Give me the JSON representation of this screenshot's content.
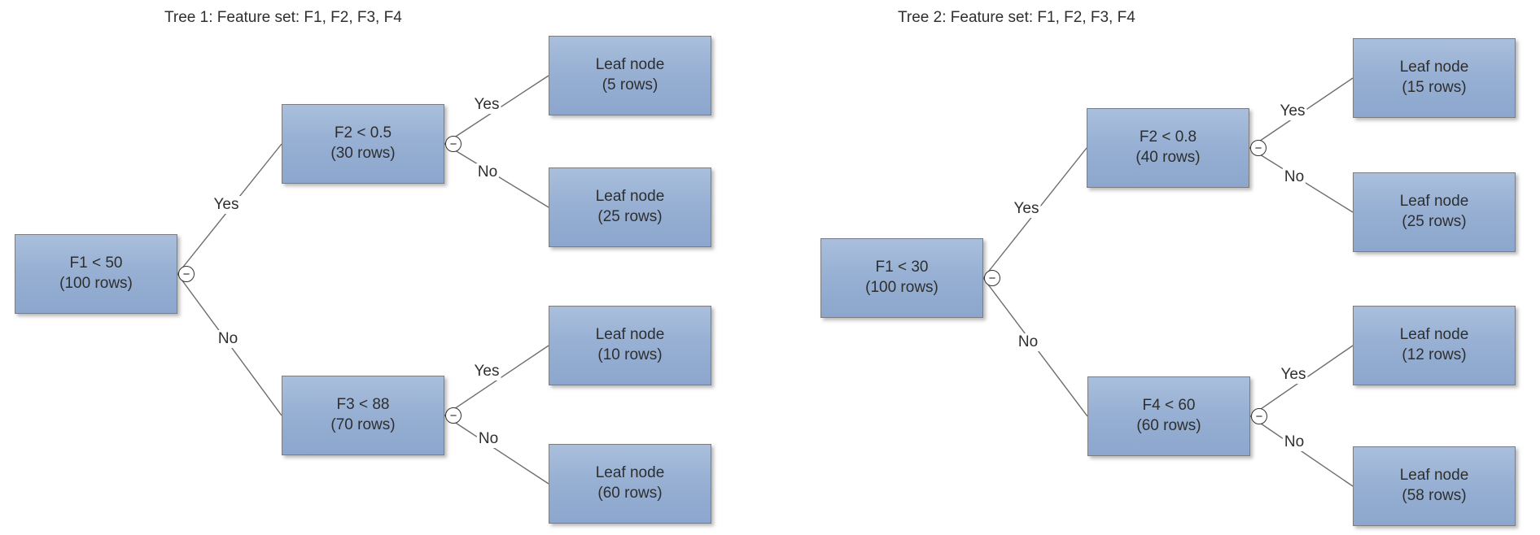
{
  "colors": {
    "node_fill_top": "#aabfdd",
    "node_fill_bottom": "#8ca6cd",
    "node_border": "#7c7c7c",
    "edge": "#6d6d6d",
    "text": "#2f2f2f",
    "background": "#ffffff"
  },
  "icons": {
    "collapse": "−"
  },
  "trees": [
    {
      "title": "Tree 1: Feature set: F1, F2, F3, F4",
      "nodes": [
        {
          "id": "root",
          "line1": "F1 < 50",
          "line2": "(100 rows)"
        },
        {
          "id": "yes-branch",
          "line1": "F2 < 0.5",
          "line2": "(30 rows)"
        },
        {
          "id": "no-branch",
          "line1": "F3 < 88",
          "line2": "(70 rows)"
        },
        {
          "id": "leaf-1",
          "line1": "Leaf node",
          "line2": "(5 rows)"
        },
        {
          "id": "leaf-2",
          "line1": "Leaf node",
          "line2": "(25 rows)"
        },
        {
          "id": "leaf-3",
          "line1": "Leaf node",
          "line2": "(10 rows)"
        },
        {
          "id": "leaf-4",
          "line1": "Leaf node",
          "line2": "(60 rows)"
        }
      ],
      "edges": [
        {
          "from": "root",
          "to": "yes-branch",
          "label": "Yes"
        },
        {
          "from": "root",
          "to": "no-branch",
          "label": "No"
        },
        {
          "from": "yes-branch",
          "to": "leaf-1",
          "label": "Yes"
        },
        {
          "from": "yes-branch",
          "to": "leaf-2",
          "label": "No"
        },
        {
          "from": "no-branch",
          "to": "leaf-3",
          "label": "Yes"
        },
        {
          "from": "no-branch",
          "to": "leaf-4",
          "label": "No"
        }
      ]
    },
    {
      "title": "Tree 2: Feature set: F1, F2, F3, F4",
      "nodes": [
        {
          "id": "root",
          "line1": "F1 < 30",
          "line2": "(100 rows)"
        },
        {
          "id": "yes-branch",
          "line1": "F2 < 0.8",
          "line2": "(40 rows)"
        },
        {
          "id": "no-branch",
          "line1": "F4 < 60",
          "line2": "(60 rows)"
        },
        {
          "id": "leaf-1",
          "line1": "Leaf node",
          "line2": "(15 rows)"
        },
        {
          "id": "leaf-2",
          "line1": "Leaf node",
          "line2": "(25 rows)"
        },
        {
          "id": "leaf-3",
          "line1": "Leaf node",
          "line2": "(12 rows)"
        },
        {
          "id": "leaf-4",
          "line1": "Leaf node",
          "line2": "(58 rows)"
        }
      ],
      "edges": [
        {
          "from": "root",
          "to": "yes-branch",
          "label": "Yes"
        },
        {
          "from": "root",
          "to": "no-branch",
          "label": "No"
        },
        {
          "from": "yes-branch",
          "to": "leaf-1",
          "label": "Yes"
        },
        {
          "from": "yes-branch",
          "to": "leaf-2",
          "label": "No"
        },
        {
          "from": "no-branch",
          "to": "leaf-3",
          "label": "Yes"
        },
        {
          "from": "no-branch",
          "to": "leaf-4",
          "label": "No"
        }
      ]
    }
  ]
}
